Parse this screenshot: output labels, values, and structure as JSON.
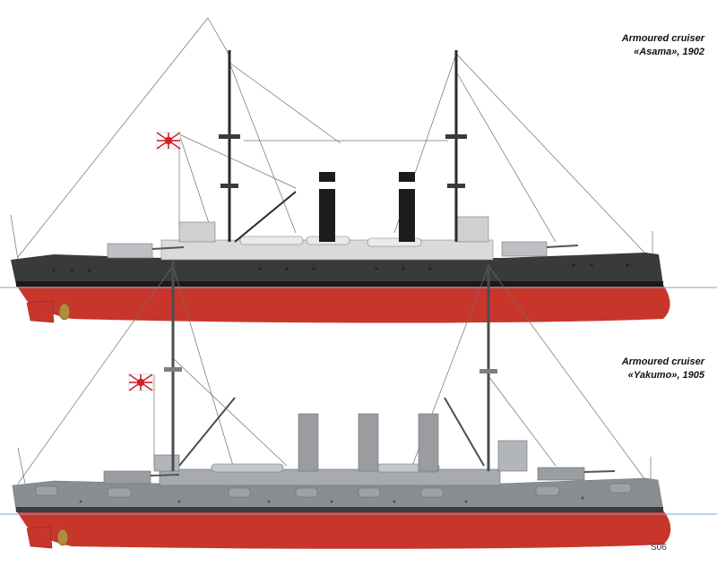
{
  "ships": [
    {
      "name": "asama",
      "caption_line1": "Armoured cruiser",
      "caption_line2": "«Asama», 1902",
      "hull_color": "#3a3a3c",
      "boottop_color": "#1a1a1a",
      "lower_hull_color": "#c8362b",
      "funnels": 2
    },
    {
      "name": "yakumo",
      "caption_line1": "Armoured cruiser",
      "caption_line2": "«Yakumo», 1905",
      "hull_color": "#8a8d92",
      "boottop_color": "#3c3c3c",
      "lower_hull_color": "#c8362b",
      "funnels": 3
    }
  ],
  "flag": {
    "name": "rising-sun-naval-ensign",
    "red": "#d1222a",
    "white": "#ffffff"
  },
  "signature": "S06",
  "colors": {
    "superstructure": "#d9dadb",
    "funnel_black": "#1c1c1c",
    "funnel_band": "#ffffff",
    "grey_funnel": "#9a9ca0",
    "rigging": "#6b6b6b",
    "waterline": "#7fa6c9"
  }
}
